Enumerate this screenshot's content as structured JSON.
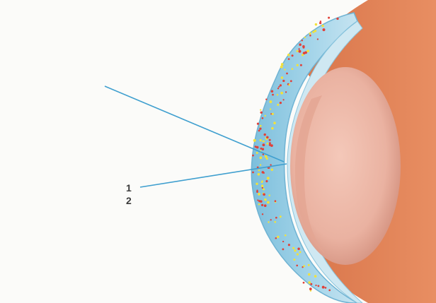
{
  "labels": [
    {
      "id": "1",
      "text": "1"
    },
    {
      "id": "2",
      "text": "2"
    }
  ],
  "colors": {
    "background": "#fbfbf9",
    "cornea_blue": "#8ec9e2",
    "cornea_edge": "#6fb3d3",
    "eye_orange": "#e2855a",
    "eye_orange_dark": "#c9673e",
    "lens_pink": "#efb9a8",
    "lens_shadow": "#d3917f",
    "pointer_line": "#3f9fcf",
    "dot_red": "#e0413a",
    "dot_yellow": "#f2e23b"
  }
}
